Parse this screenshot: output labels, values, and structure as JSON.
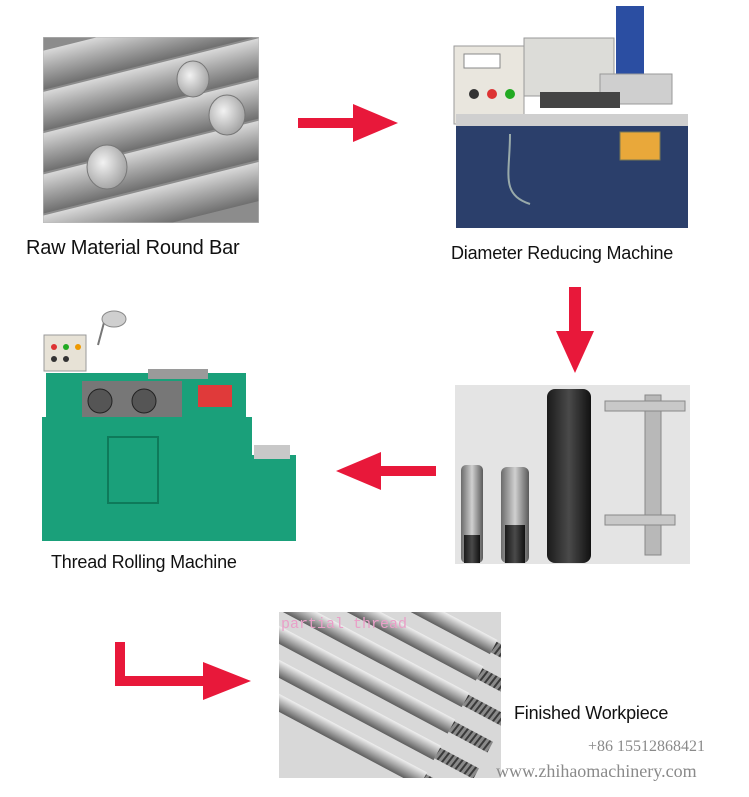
{
  "colors": {
    "arrow": "#e8183a",
    "machine_blue": "#2b3f6b",
    "machine_green": "#1aa07a"
  },
  "steps": [
    {
      "label": "Raw Material Round Bar"
    },
    {
      "label": "Diameter Reducing Machine"
    },
    {
      "label": "Thread Rolling Machine"
    },
    {
      "label": "Finished Workpiece"
    }
  ],
  "photo_overlay": {
    "text": "partial thread"
  },
  "watermark": {
    "phone": "+86 15512868421",
    "website": "www.zhihaomachinery.com"
  }
}
